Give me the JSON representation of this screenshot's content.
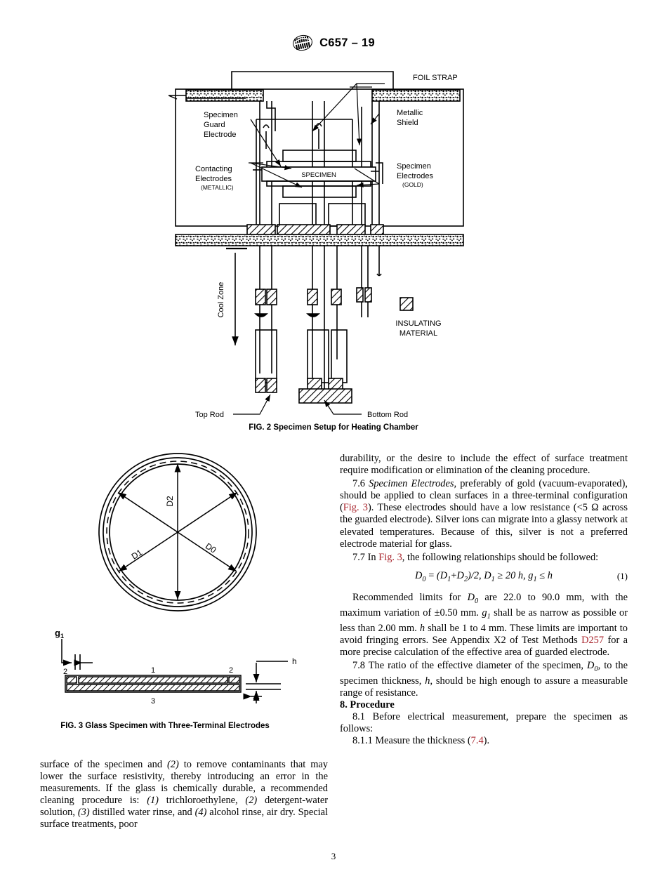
{
  "header": {
    "logo_icon": "astm-logo-icon",
    "designation": "C657 – 19"
  },
  "figure2": {
    "caption": "FIG. 2  Specimen Setup for Heating Chamber",
    "labels": {
      "foil_strap": "FOIL STRAP",
      "specimen_guard_electrode": "Specimen\nGuard\nElectrode",
      "specimen_guard_electrode_l1": "Specimen",
      "specimen_guard_electrode_l2": "Guard",
      "specimen_guard_electrode_l3": "Electrode",
      "metallic_shield_l1": "Metallic",
      "metallic_shield_l2": "Shield",
      "contacting_electrodes_l1": "Contacting",
      "contacting_electrodes_l2": "Electrodes",
      "contacting_electrodes_sub": "(METALLIC)",
      "specimen_electrodes_l1": "Specimen",
      "specimen_electrodes_l2": "Electrodes",
      "specimen_electrodes_sub": "(GOLD)",
      "specimen": "SPECIMEN",
      "insulating_material_l1": "INSULATING",
      "insulating_material_l2": "MATERIAL",
      "cool_zone": "Cool Zone",
      "top_rod": "Top Rod",
      "bottom_rod": "Bottom Rod"
    }
  },
  "figure3": {
    "caption": "FIG. 3  Glass Specimen with Three-Terminal Electrodes",
    "circle_labels": {
      "d2": "D2",
      "d1": "D1",
      "d0": "D0"
    },
    "section_labels": {
      "g1": "g",
      "g1_sub": "1",
      "h": "h",
      "n1": "1",
      "n2_left": "2",
      "n2_right": "2",
      "n3": "3"
    }
  },
  "right_column": {
    "p_cont_1": "durability, or the desire to include the effect of surface treatment require modification or elimination of the cleaning procedure.",
    "p_76_num": "7.6",
    "p_76_italic": "Specimen Electrodes,",
    "p_76_a": " preferably of gold (vacuum-evaporated), should be applied to clean surfaces in a three-terminal configuration (",
    "p_76_xref": "Fig. 3",
    "p_76_b": "). These electrodes should have a low resistance (<5 Ω across the guarded electrode). Silver ions can migrate into a glassy network at elevated temperatures. Because of this, silver is not a preferred electrode material for glass.",
    "p_77_num": "7.7",
    "p_77_a": " In ",
    "p_77_xref": "Fig. 3",
    "p_77_b": ", the following relationships should be followed:",
    "equation": {
      "text": "D0 = (D1+D2)/2, D1 ≥ 20 h, g1 ≤ h",
      "number": "(1)"
    },
    "p_limits": "Recommended limits for D0 are 22.0 to 90.0 mm, with the maximum variation of ±0.50 mm. g1 shall be as narrow as possible or less than 2.00 mm. h shall be 1 to 4 mm. These limits are important to avoid fringing errors. See Appendix X2 of Test Methods D257 for a more precise calculation of the effective area of guarded electrode.",
    "p_limits_a": "Recommended limits for ",
    "p_limits_b": " are 22.0 to 90.0 mm, with the maximum variation of ±0.50 mm. ",
    "p_limits_c": " shall be as narrow as possible or less than 2.00 mm. ",
    "p_limits_d": " shall be 1 to 4 mm. These limits are important to avoid fringing errors. See Appendix X2 of Test Methods ",
    "p_limits_xref": "D257",
    "p_limits_e": " for a more precise calculation of the effective area of guarded electrode.",
    "p_78_num": "7.8",
    "p_78_a": "  The ratio of the effective diameter of the specimen, ",
    "p_78_b": ", to the specimen thickness, ",
    "p_78_c": ", should be high enough to assure a measurable range of resistance.",
    "section8_heading_num": "8.",
    "section8_heading_text": "Procedure",
    "p_81_num": "8.1",
    "p_81_text": "  Before electrical measurement, prepare the specimen as follows:",
    "p_811_num": "8.1.1",
    "p_811_a": "  Measure the thickness (",
    "p_811_xref": "7.4",
    "p_811_b": ")."
  },
  "left_column": {
    "p_a": "surface of the specimen and ",
    "p_i2": "(2)",
    "p_b": " to remove contaminants that may lower the surface resistivity, thereby introducing an error in the measurements. If the glass is chemically durable, a recommended cleaning procedure is: ",
    "p_i1": "(1)",
    "p_c": " trichloroethylene, ",
    "p_i2b": "(2)",
    "p_d": " detergent-water solution, ",
    "p_i3": "(3)",
    "p_e": " distilled water rinse, and ",
    "p_i4": "(4)",
    "p_f": " alcohol rinse, air dry. Special surface treatments, poor"
  },
  "footer": {
    "page_number": "3"
  },
  "colors": {
    "text": "#000000",
    "xref": "#a8232b",
    "background": "#ffffff",
    "line": "#000000"
  }
}
